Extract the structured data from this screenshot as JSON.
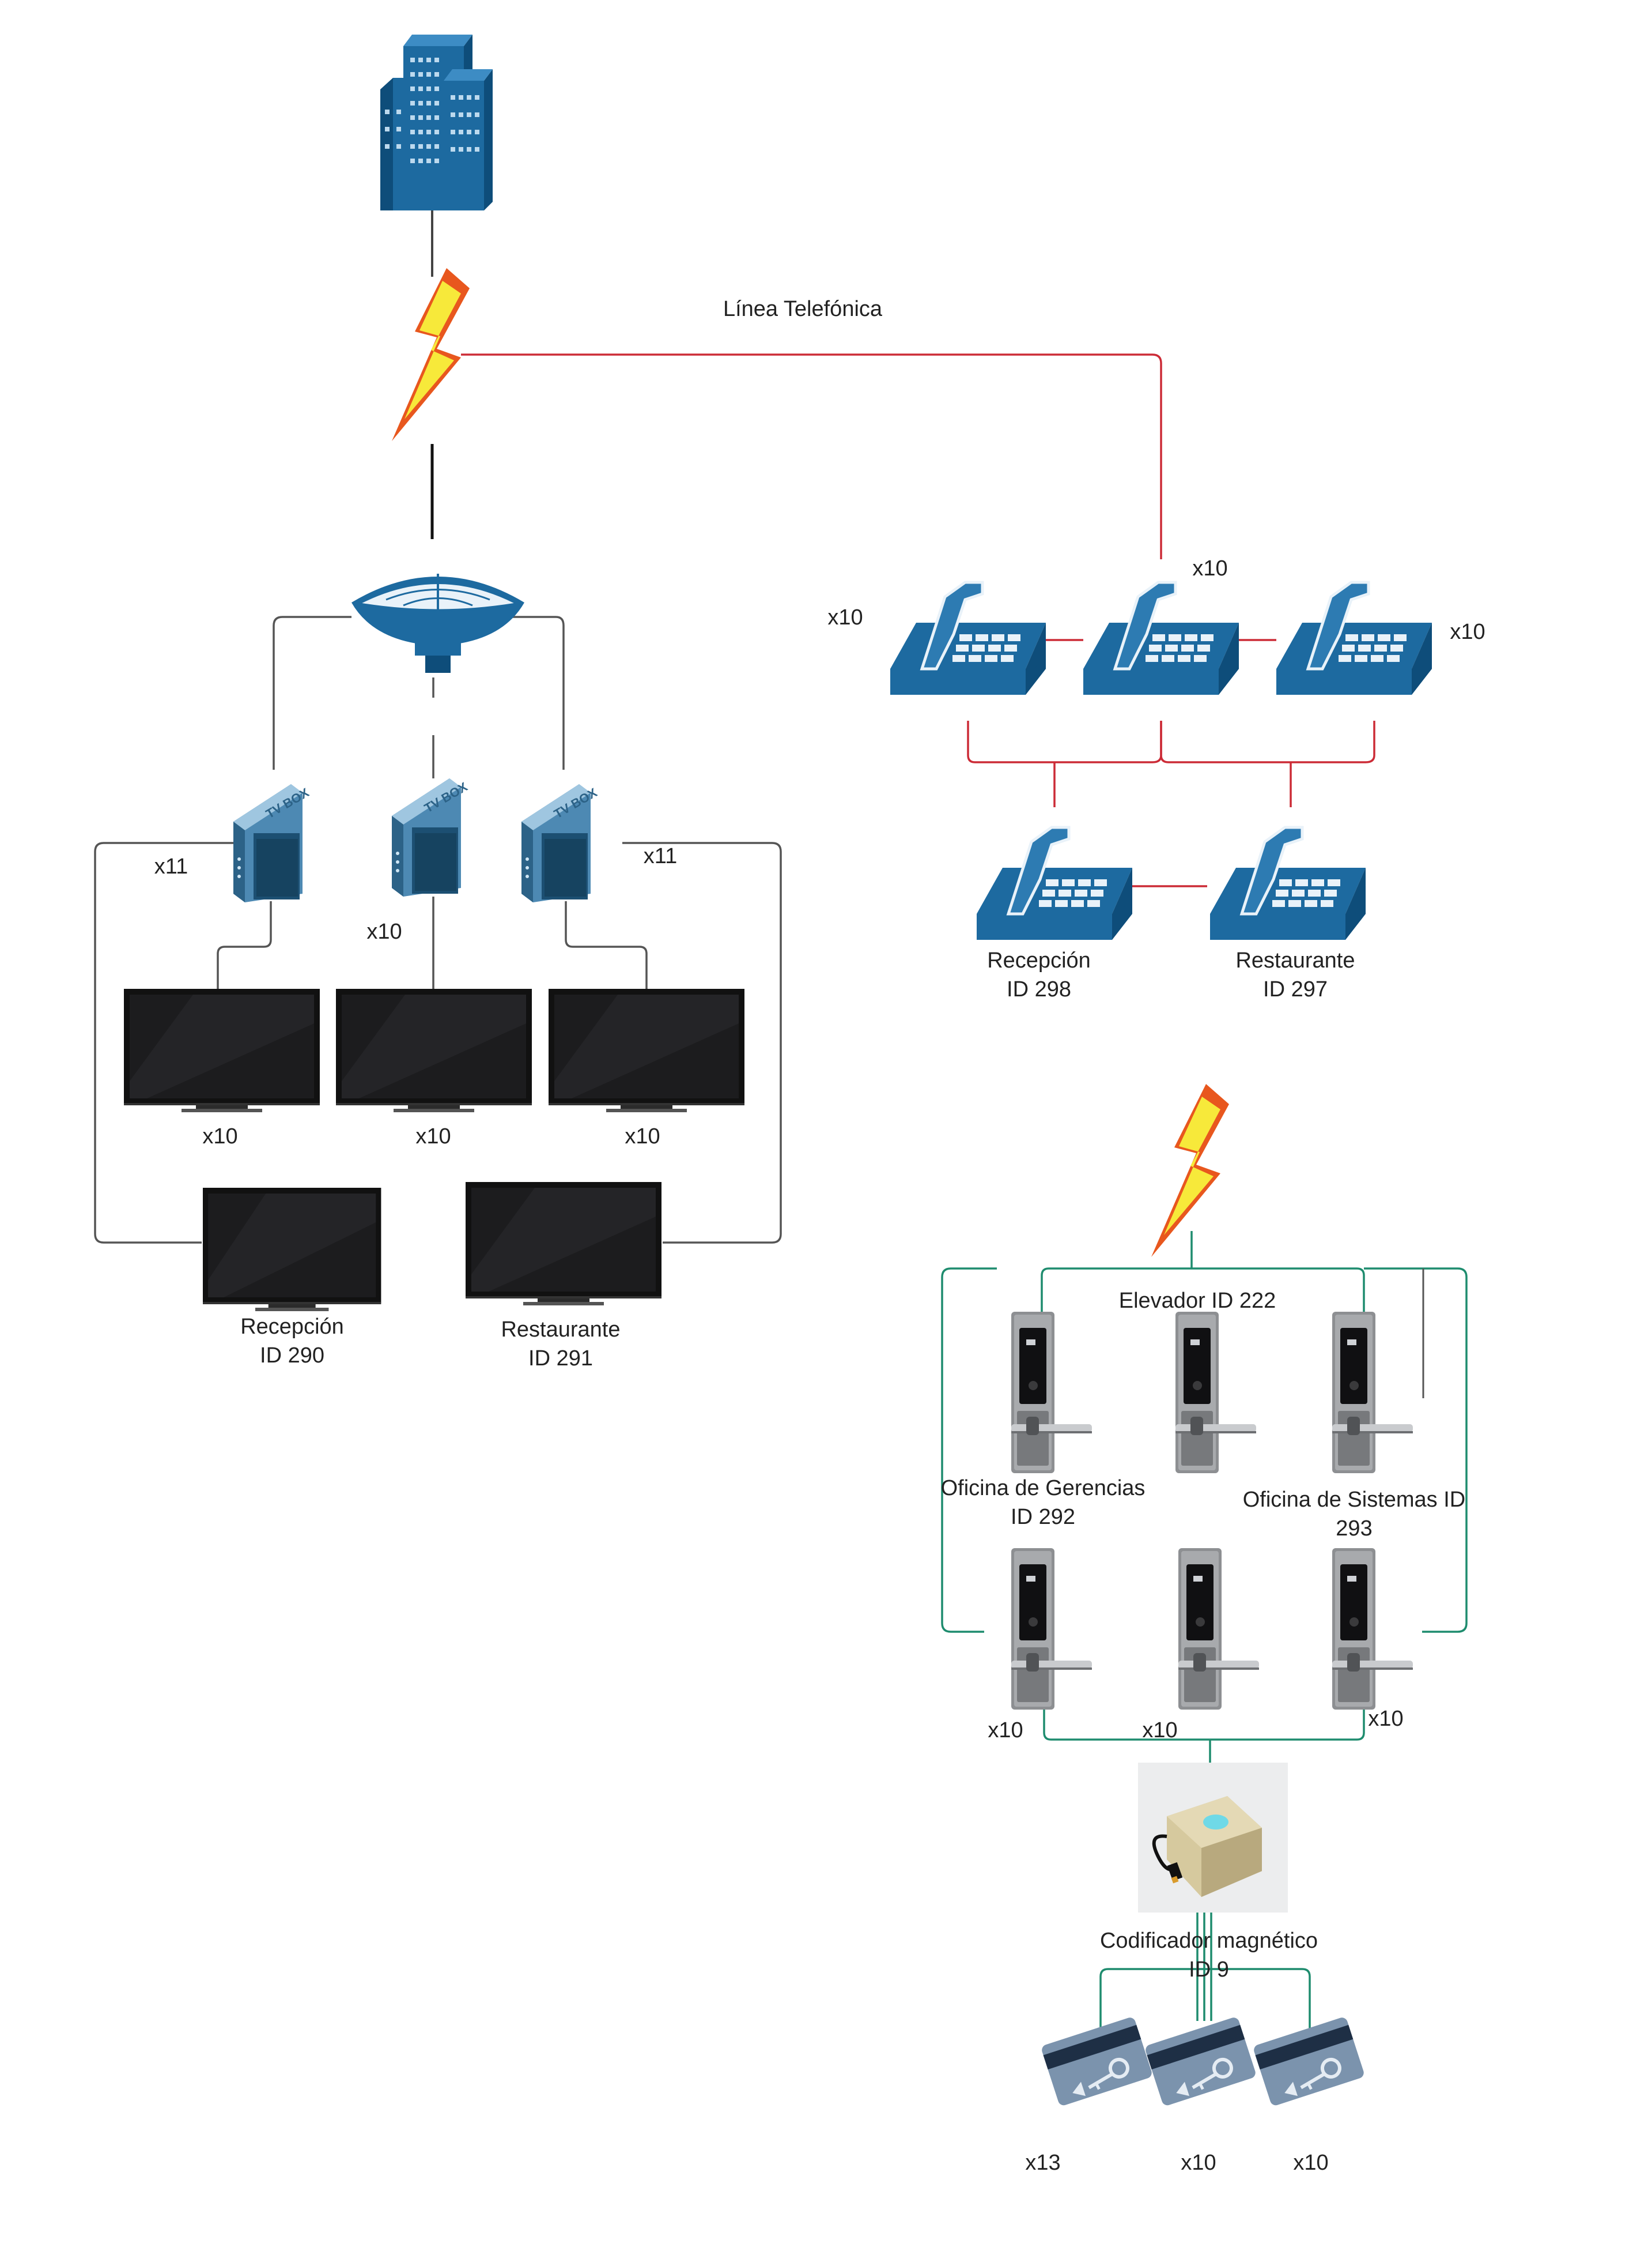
{
  "labels": {
    "phone_line": "Línea Telefónica",
    "tvbox_left_count": "x11",
    "tvbox_mid_count": "x10",
    "tvbox_right_count": "x11",
    "tv1_count": "x10",
    "tv2_count": "x10",
    "tv3_count": "x10",
    "tv_reception_line1": "Recepción",
    "tv_reception_line2": "ID 290",
    "tv_restaurant_line1": "Restaurante",
    "tv_restaurant_line2": "ID 291",
    "phone_left_count": "x10",
    "phone_mid_count": "x10",
    "phone_right_count": "x10",
    "phone_reception_line1": "Recepción",
    "phone_reception_line2": "ID 298",
    "phone_restaurant_line1": "Restaurante",
    "phone_restaurant_line2": "ID 297",
    "elevator": "Elevador ID 222",
    "office_management_line1": "Oficina de Gerencias",
    "office_management_line2": "ID 292",
    "office_systems_line1": "Oficina de Sistemas ID",
    "office_systems_line2": "293",
    "lock_bottom_left_count": "x10",
    "lock_bottom_mid_count": "x10",
    "lock_bottom_right_count": "x10",
    "encoder_line1": "Codificador magnético",
    "encoder_line2": "ID 9",
    "card_left_count": "x13",
    "card_mid_count": "x10",
    "card_right_count": "x10"
  },
  "colors": {
    "phone_link": "#cc2b36",
    "lock_link": "#1e8c6e",
    "tv_link": "#555555",
    "device_blue": "#1d6aa0",
    "device_blue_light": "#3d8cc4"
  }
}
